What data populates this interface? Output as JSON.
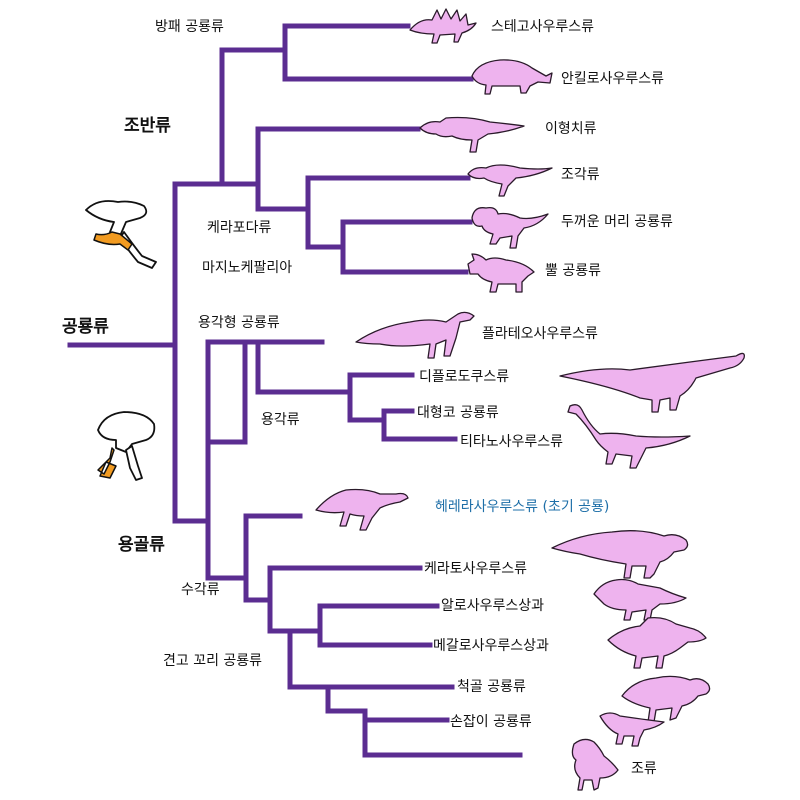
{
  "colors": {
    "branch": "#5b2d91",
    "silhouette_fill": "#eeb3ee",
    "major_label_orange": "#e8552b",
    "major_label_red": "#b5352a",
    "accent_label_blue": "#1e6fa8",
    "pubis_orange": "#f29b21"
  },
  "major_clades": {
    "dinosauria": {
      "label": "공룡류",
      "color": "#e8552b"
    },
    "ornithischia": {
      "label": "조반류",
      "color": "#e8552b"
    },
    "saurischia": {
      "label": "용골류",
      "color": "#b5352a"
    }
  },
  "clades": {
    "thyreophora": "방패 공룡류",
    "cerapoda": "케라포다류",
    "marginocephalia": "마지노케팔리아",
    "sauropodomorpha": "용각형 공룡류",
    "sauropoda": "용각류",
    "theropoda": "수각류",
    "tetanurae": "견고 꼬리 공룡류"
  },
  "taxa": {
    "stegosauria": "스테고사우루스류",
    "ankylosauria": "안킬로사우루스류",
    "heterodontosauridae": "이형치류",
    "ornithopoda": "조각류",
    "pachycephalosauria": "두꺼운 머리 공룡류",
    "ceratopsia": "뿔 공룡류",
    "plateosauridae": "플라테오사우루스류",
    "diplodocoidea": "디플로도쿠스류",
    "camarasauridae": "대형코 공룡류",
    "titanosauria": "티타노사우루스류",
    "herrerasauridae": "헤레라사우루스류 (초기 공룡)",
    "ceratosauria": "케라토사우루스류",
    "allosauroidea": "알로사우루스상과",
    "megalosauroidea": "메갈로사우루스상과",
    "coelurosauria": "척골 공룡류",
    "maniraptora": "손잡이 공룡류",
    "aves": "조류"
  },
  "icons": {
    "ornithischian_pelvis": "ornithischian-pelvis-icon",
    "saurischian_pelvis": "saurischian-pelvis-icon",
    "silhouettes": [
      "stegosaur-silhouette-icon",
      "ankylosaur-silhouette-icon",
      "heterodontosaur-silhouette-icon",
      "ornithopod-silhouette-icon",
      "pachycephalosaur-silhouette-icon",
      "ceratopsian-silhouette-icon",
      "plateosaur-silhouette-icon",
      "diplodocid-silhouette-icon",
      "titanosaur-silhouette-icon",
      "herrerasaur-silhouette-icon",
      "ceratosaur-silhouette-icon",
      "allosaur-silhouette-icon",
      "spinosaur-silhouette-icon",
      "tyrannosaur-silhouette-icon",
      "raptor-silhouette-icon",
      "bird-silhouette-icon"
    ]
  }
}
